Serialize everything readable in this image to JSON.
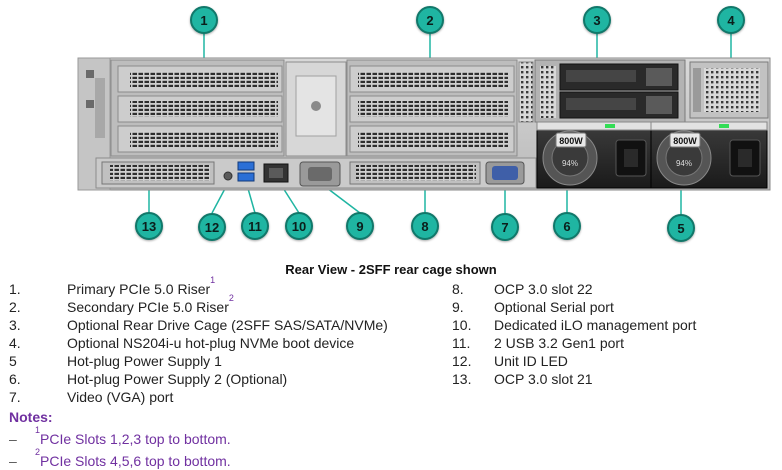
{
  "caption": "Rear View - 2SFF rear cage shown",
  "psu_labels": [
    "800W",
    "800W"
  ],
  "psu_efficiency": [
    "94%",
    "94%"
  ],
  "callouts": [
    "1",
    "2",
    "3",
    "4",
    "5",
    "6",
    "7",
    "8",
    "9",
    "10",
    "11",
    "12",
    "13"
  ],
  "legend_left": [
    {
      "num": "1.",
      "text": "Primary PCIe 5.0 Riser",
      "sup": "1"
    },
    {
      "num": "2.",
      "text": "Secondary PCIe 5.0 Riser",
      "sup": "2"
    },
    {
      "num": "3.",
      "text": "Optional Rear Drive Cage (2SFF SAS/SATA/NVMe)"
    },
    {
      "num": "4.",
      "text": "Optional NS204i-u hot-plug NVMe boot device"
    },
    {
      "num": "5",
      "text": "Hot-plug Power Supply 1"
    },
    {
      "num": "6.",
      "text": "Hot-plug Power Supply 2 (Optional)"
    },
    {
      "num": "7.",
      "text": "Video (VGA) port"
    }
  ],
  "legend_right": [
    {
      "num": "8.",
      "text": "OCP 3.0 slot 22"
    },
    {
      "num": "9.",
      "text": "Optional Serial port"
    },
    {
      "num": "10.",
      "text": "Dedicated iLO management port"
    },
    {
      "num": "11.",
      "text": "2 USB 3.2 Gen1 port"
    },
    {
      "num": "12.",
      "text": "Unit ID LED"
    },
    {
      "num": "13.",
      "text": "OCP 3.0 slot 21"
    }
  ],
  "notes": {
    "title": "Notes:",
    "items": [
      {
        "dash": "–",
        "sup": "1",
        "text": "PCIe Slots 1,2,3 top to bottom."
      },
      {
        "dash": "–",
        "sup": "2",
        "text": "PCIe Slots 4,5,6 top to bottom."
      }
    ]
  },
  "colors": {
    "callout_fill": "#1fb5a2",
    "notes_purple": "#7030a0",
    "chassis": "#c9c9c9",
    "psu_led": "#33dd55"
  }
}
